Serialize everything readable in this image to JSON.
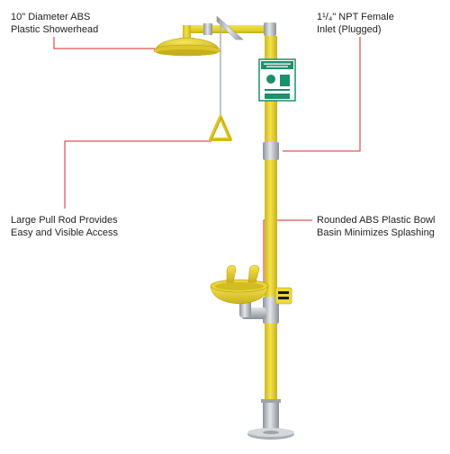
{
  "callouts": {
    "showerhead": {
      "line1": "10\" Diameter ABS",
      "line2": "Plastic Showerhead"
    },
    "inlet": {
      "line1": "1¹/₄\" NPT Female",
      "line2": "Inlet (Plugged)"
    },
    "pull_rod": {
      "line1": "Large Pull Rod Provides",
      "line2": "Easy and Visible Access"
    },
    "bowl": {
      "line1": "Rounded ABS Plastic Bowl",
      "line2": "Basin Minimizes Splashing"
    }
  },
  "colors": {
    "leader_line": "#d42a2a",
    "pipe_yellow": "#ecd93a",
    "pipe_shadow": "#c9b21f",
    "steel": "#b7bcc2",
    "sign_green": "#1e8f6a"
  },
  "icons": {
    "sign": "emergency-shower-sign-icon",
    "eyewash_label": "eyewash-push-label-icon"
  }
}
